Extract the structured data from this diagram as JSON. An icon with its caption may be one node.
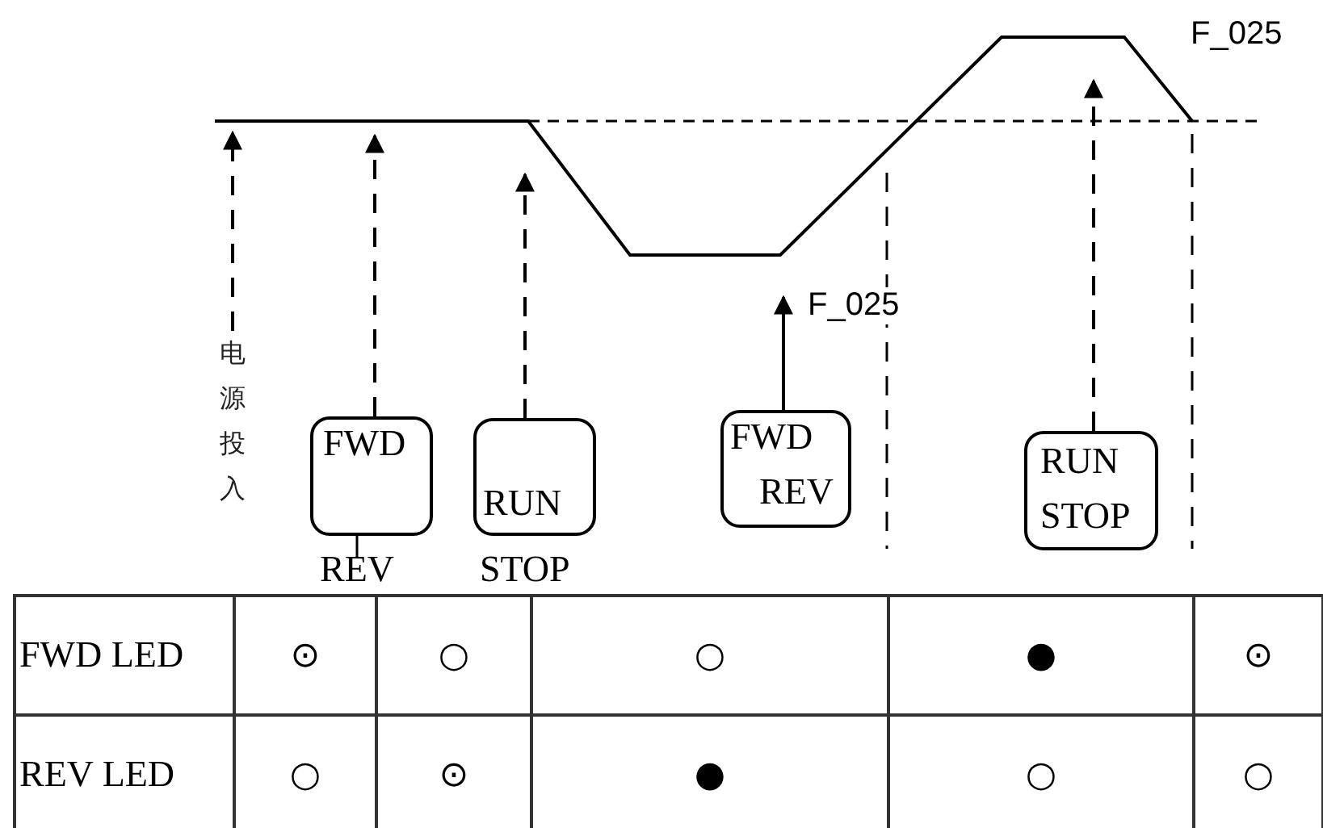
{
  "diagram": {
    "nodes": [
      {
        "text": [
          "电源投入"
        ]
      },
      {
        "text": [
          "FWD"
        ],
        "beside": [
          "REV"
        ]
      },
      {
        "text": [
          "RUN"
        ],
        "beside": [
          "STOP"
        ]
      },
      {
        "text": [
          "FWD",
          "REV"
        ]
      },
      {
        "text": [
          "RUN",
          "STOP"
        ]
      }
    ],
    "edges": [
      {
        "from": 0,
        "to": null,
        "arrow": "to",
        "style": "dashed"
      },
      {
        "from": 1,
        "to": null,
        "arrow": "to",
        "style": "dashed"
      },
      {
        "from": 2,
        "to": null,
        "arrow": "to",
        "style": "dashed"
      },
      {
        "from": 3,
        "to": null,
        "arrow": "to",
        "label": "F_025"
      },
      {
        "from": 4,
        "to": null,
        "arrow": "to",
        "style": "dashed"
      }
    ],
    "labels": [
      "F_025",
      "FWD LED",
      "⊙",
      "○",
      "○",
      "●",
      "⊙",
      "REV LED",
      "○",
      "⊙",
      "●",
      "○",
      "○"
    ]
  }
}
